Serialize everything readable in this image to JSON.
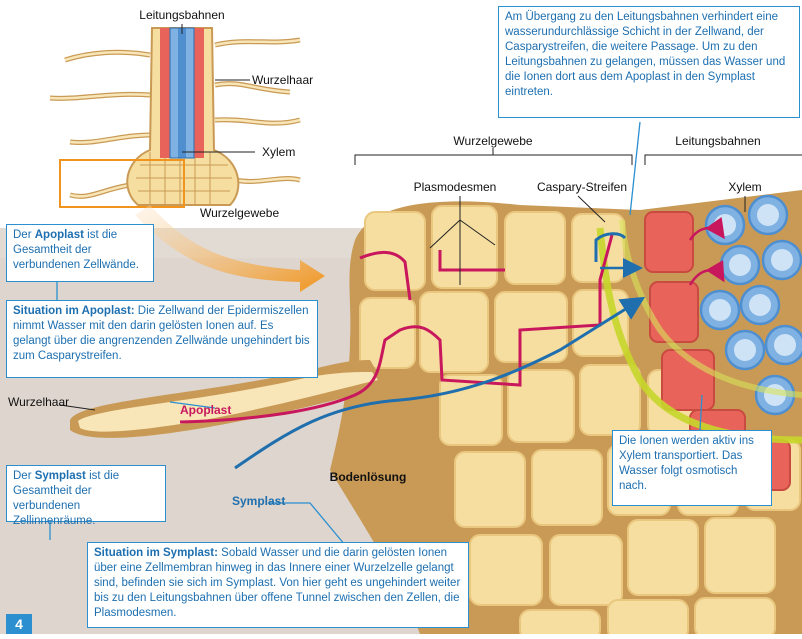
{
  "labels": {
    "leitungsbahnen_top": "Leitungsbahnen",
    "wurzelhaar_top": "Wurzelhaar",
    "xylem_top": "Xylem",
    "wurzelgewebe_top": "Wurzelgewebe",
    "wurzelgewebe_bracket": "Wurzelgewebe",
    "leitungsbahnen_bracket": "Leitungsbahnen",
    "plasmodesmen": "Plasmodesmen",
    "caspary": "Caspary-Streifen",
    "xylem": "Xylem",
    "wurzelhaar": "Wurzelhaar",
    "apoplast": "Apoplast",
    "symplast": "Symplast",
    "bodenloesung": "Bodenlösung"
  },
  "callouts": {
    "casparian": "Am Übergang zu den Leitungsbahnen verhindert eine wasserundurchlässige Schicht in der Zellwand, der Casparystreifen, die weitere Passage. Um zu den Leitungsbahnen zu gelangen, müssen das Wasser und die Ionen dort aus dem Apoplast in den Symplast eintreten.",
    "apoplast_def_bold": "Apoplast",
    "apoplast_def_pre": "Der ",
    "apoplast_def_post": " ist die Gesamtheit der verbundenen Zellwände.",
    "apoplast_sit_bold": "Situation im Apoplast:",
    "apoplast_sit_text": " Die Zellwand der Epidermiszellen nimmt Wasser mit den darin gelösten Ionen auf. Es gelangt über die angrenzenden Zellwände ungehindert bis zum Casparystreifen.",
    "symplast_def_pre": "Der ",
    "symplast_def_bold": "Symplast",
    "symplast_def_post": " ist die Gesamtheit der verbundenen Zellinnenräume.",
    "symplast_sit_bold": "Situation im Symplast:",
    "symplast_sit_text": " Sobald Wasser und die darin gelösten Ionen über eine Zellmembran hinweg in das Innere einer Wurzelzelle gelangt sind, befinden sie sich im Symplast. Von hier geht es ungehindert weiter bis zu den Leitungsbahnen über offene Tunnel zwischen den Zellen, die Plasmodesmen.",
    "ions": "Die Ionen werden aktiv ins Xylem transportiert. Das Wasser folgt osmotisch nach."
  },
  "page_number": "4",
  "colors": {
    "callout_border": "#2b8fd0",
    "callout_text": "#1d6fb0",
    "apoplast": "#c8175d",
    "symplast": "#1f6fae",
    "cell_fill": "#f6dea0",
    "cell_wall": "#c99a55",
    "soil": "#ddd5ce",
    "caspary": "#c7d62a",
    "red_cell": "#e8645a",
    "xylem": "#7fb2e3",
    "arrow_orange": "#f0941e"
  }
}
